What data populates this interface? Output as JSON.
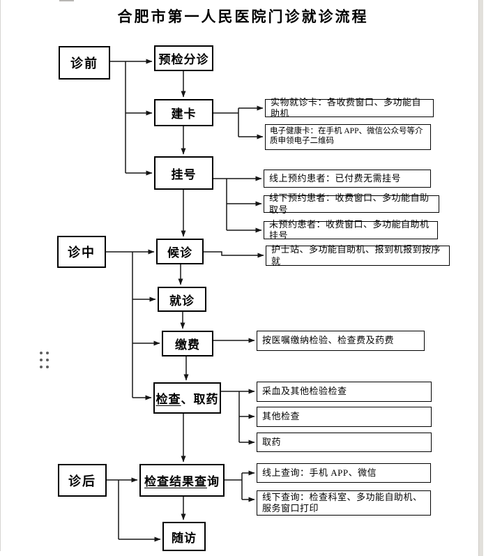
{
  "title": "合肥市第一人民医院门诊就诊流程",
  "flow": {
    "stages": [
      {
        "label": "诊前"
      },
      {
        "label": "诊中"
      },
      {
        "label": "诊后"
      }
    ],
    "steps": [
      {
        "label": "预检分诊"
      },
      {
        "label": "建卡"
      },
      {
        "label": "挂号"
      },
      {
        "label": "候诊"
      },
      {
        "label": "就诊"
      },
      {
        "label": "缴费"
      },
      {
        "underline_part": "检查",
        "rest_part": "、取药"
      },
      {
        "underline_part": "检查结果查",
        "rest_part": "询"
      },
      {
        "label": "随访"
      }
    ],
    "notes": [
      {
        "text": "实物就诊卡：各收费窗口、多功能自助机"
      },
      {
        "text": "电子健康卡：在手机 APP、微信公众号等介质申领电子二维码"
      },
      {
        "text": "线上预约患者：已付费无需挂号"
      },
      {
        "text": "线下预约患者：收费窗口、多功能自助取号"
      },
      {
        "text": "未预约患者：收费窗口、多功能自助机挂号"
      },
      {
        "text": "护士站、多功能自助机、报到机报到按序就"
      },
      {
        "text": "按医嘱缴纳检验、检查费及药费"
      },
      {
        "text": "采血及其他检验检查"
      },
      {
        "text": "其他检查"
      },
      {
        "text": "取药"
      },
      {
        "text": "线上查询：手机 APP、微信"
      },
      {
        "text": "线下查询：检查科室、多功能自助机、服务窗口打印"
      }
    ]
  },
  "colors": {
    "line": "#161616",
    "box_border": "#000000",
    "page_edge": "#e2e0db"
  }
}
